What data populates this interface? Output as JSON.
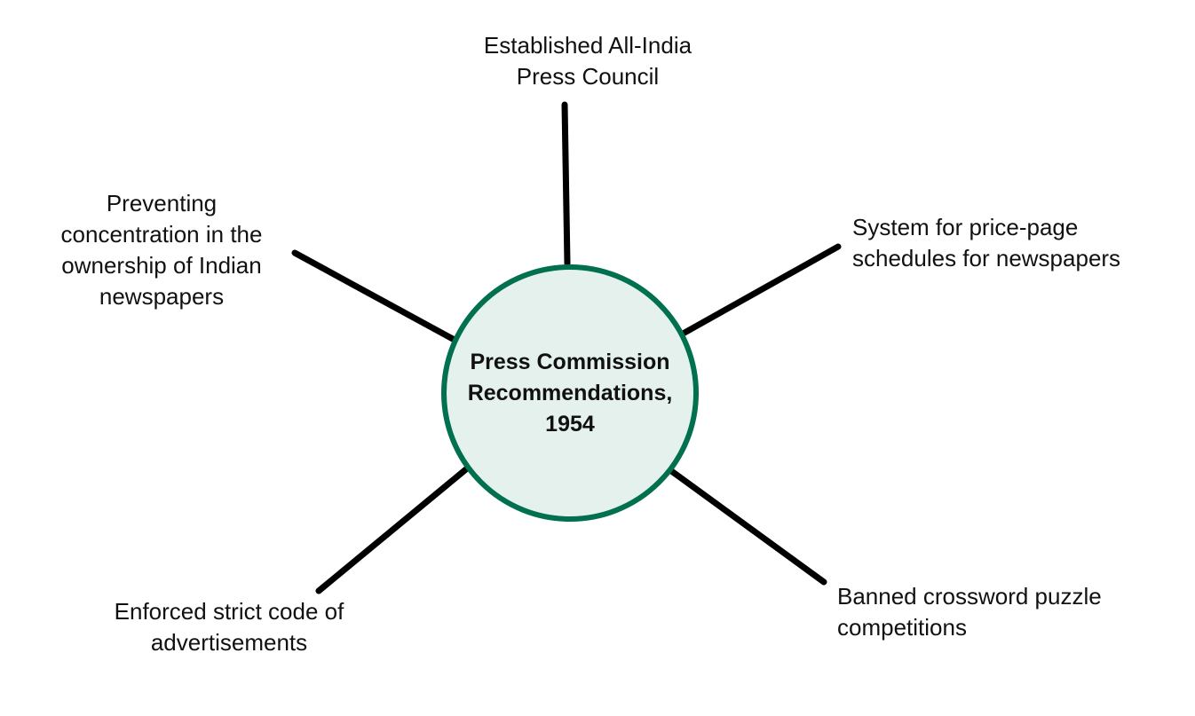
{
  "hub": {
    "lines": [
      "Press Commission",
      "Recommendations,",
      "1954"
    ],
    "border_color": "#00704f",
    "fill_color": "#e5f1ec"
  },
  "connector_color": "#000000",
  "nodes": [
    {
      "id": "press-council",
      "lines": [
        "Established All-India",
        "Press Council"
      ]
    },
    {
      "id": "ownership",
      "lines": [
        "Preventing",
        "concentration in the",
        "ownership of Indian",
        "newspapers"
      ]
    },
    {
      "id": "price-page",
      "lines": [
        "System for price-page",
        "schedules for newspapers"
      ]
    },
    {
      "id": "advertisements",
      "lines": [
        "Enforced strict code of",
        "advertisements"
      ]
    },
    {
      "id": "crossword",
      "lines": [
        "Banned crossword puzzle",
        "competitions"
      ]
    }
  ]
}
